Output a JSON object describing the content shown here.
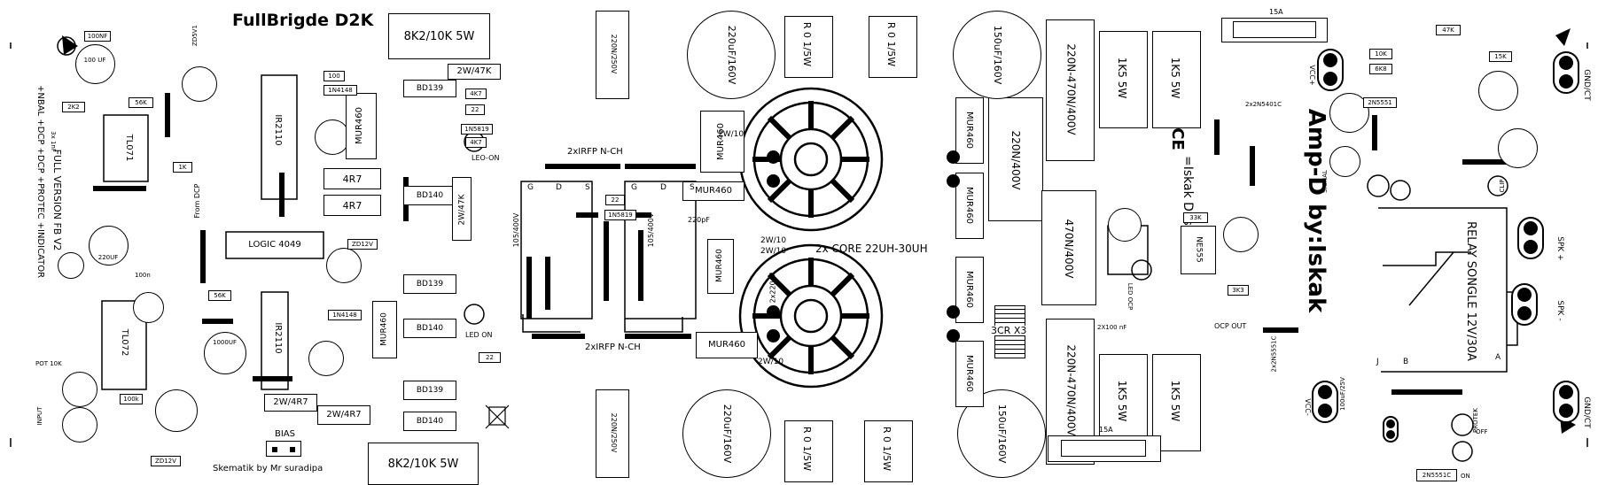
{
  "header": {
    "title": "FullBrigde D2K",
    "credit": "Skematik by Mr suradipa",
    "brand": "Amp-D by:Iskak",
    "ce": "CE",
    "design": "=Iskak Design<="
  },
  "transformers": {
    "core_label": "2x CORE 22UH-30UH"
  },
  "labels": {
    "full_version": "FULL VERSION FB V2",
    "features": "+NBAL +DCP +DCP +PROTEC +INDICATOR",
    "from_dcp": "From DCP",
    "led_on": "LED ON",
    "led_on2": "LEO-ON",
    "bias": "BIAS",
    "pot": "POT 10K",
    "input": "INPUT",
    "signal": "SIGNAL",
    "clip": "CLIP",
    "protek": "PROTEK",
    "on": "ON",
    "off": "OFF",
    "led_ocp": "LED OCP",
    "ocp_out": "OCP OUT",
    "relay": "RELAY SONGLE 12V/30A",
    "relay_b": "B",
    "relay_a": "A",
    "relay_j": "J",
    "vcc_plus": "VCC+",
    "vcc_minus": "VCC-",
    "spk_plus": "SPK +",
    "spk_minus": "SPK -",
    "gnd_ct_top": "GND/CT",
    "gnd_ct_bot": "GND/CT",
    "irfp_top": "2xIRFP N-CH",
    "irfp_bot": "2xIRFP N-CH",
    "g1": "G",
    "d1": "D",
    "s1": "S",
    "g2": "G",
    "d2": "D",
    "s2": "S"
  },
  "resistors": {
    "r_8k2_top": "8K2/10K 5W",
    "r_8k2_bot": "8K2/10K 5W",
    "r01_a": "R 0 1/5W",
    "r01_b": "R 0 1/5W",
    "r01_c": "R 0 1/5W",
    "r01_d": "R 0 1/5W",
    "r_1k5_a": "1K5 5W",
    "r_1k5_b": "1K5 5W",
    "r_1k5_c": "1K5 5W",
    "r_1k5_d": "1K5 5W",
    "r_4r7_a": "4R7",
    "r_4r7_b": "4R7",
    "r_2w47k_a": "2W/47K",
    "r_2w47k_b": "2W/47K",
    "r_2w4r7_a": "2W/4R7",
    "r_2w4r7_b": "2W/4R7",
    "r_2w10_a": "2W/10",
    "r_2w10_b": "2W/10",
    "r_2w10_c": "2W/10",
    "r_2w10_d": "2W/10",
    "r_100": "100",
    "r_22a": "22",
    "r_22b": "22",
    "r_22c": "22",
    "r_4k7a": "4K7",
    "r_4k7b": "4K7",
    "r_56k": "56K",
    "r_2k2": "2K2",
    "r_100k": "100k",
    "r_33k": "33K",
    "r_47k": "47K",
    "r_10k": "10K",
    "r_15k": "15K",
    "r_6k8": "6K8",
    "r_3k3": "3K3",
    "r_1k": "1K"
  },
  "capacitors": {
    "c_100nf": "100NF",
    "c_100uf": "100 UF",
    "c_220uf": "220UF",
    "c_1000uf": "1000UF",
    "c_220uf_160v_a": "220uF/160V",
    "c_220uf_160v_b": "220uF/160V",
    "c_150uf_160v_a": "150uF/160V",
    "c_150uf_160v_b": "150uF/160V",
    "c_220n_250v_a": "220N/250V",
    "c_220n_250v_b": "220N/250V",
    "c_220n_470n_400v_a": "220N-470N/400V",
    "c_220n_470n_400v_b": "220N-470N/400V",
    "c_220n_400v": "220N/400V",
    "c_470n_400v": "470N/400V",
    "c_105_400v_a": "105/400V",
    "c_105_400v_b": "105/400V",
    "c_100uf_25v": "100uF/25V",
    "c_3x1nf": "3x 1nF",
    "c_100n": "100n",
    "c_2x220pf": "2x220pF",
    "c_220pf": "220pF",
    "c_2x100nf": "2X100 nF"
  },
  "semis": {
    "mur460_a": "MUR460",
    "mur460_b": "MUR460",
    "mur460_c": "MUR460",
    "mur460_d": "MUR460",
    "mur460_e": "MUR460",
    "mur460_f": "MUR460",
    "mur460_g": "MUR460",
    "mur460_h": "MUR460",
    "mur460_i": "MUR460",
    "mur460_j": "MUR460",
    "ir2110_a": "IR2110",
    "ir2110_b": "IR2110",
    "tl071": "TL071",
    "tl072": "TL072",
    "logic4049": "LOGIC 4049",
    "bd139_a": "BD139",
    "bd140_a": "BD140",
    "bd139_b": "BD139",
    "bd140_b": "BD140",
    "bd139_c": "BD139",
    "bd140_c": "BD140",
    "n1n5819_a": "1N5819",
    "n1n5819_b": "1N5819",
    "n1n4148_a": "1N4148",
    "n1n4148_b": "1N4148",
    "zd12v_a": "ZD12V",
    "zd12v_b": "ZD12V",
    "zd5v1": "ZD5V1",
    "ne555": "NE555",
    "n2n5551": "2N5551",
    "n2n5551c": "2N5551C",
    "n2n5401c": "2x2N5401C",
    "n2n5551c_b": "2x2N5551C",
    "n3cr": "3CR X3",
    "fuse_top": "15A",
    "fuse_bot": "15A"
  }
}
